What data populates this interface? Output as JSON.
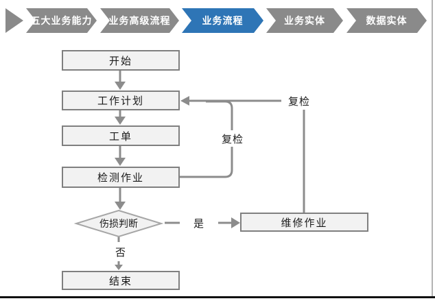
{
  "nav": {
    "items": [
      {
        "label": "五大业务能力",
        "active": false
      },
      {
        "label": "业务高级流程",
        "active": false
      },
      {
        "label": "业务流程",
        "active": true
      },
      {
        "label": "业务实体",
        "active": false
      },
      {
        "label": "数据实体",
        "active": false
      }
    ]
  },
  "flowchart": {
    "nodes": {
      "start": "开始",
      "plan": "工作计划",
      "order": "工单",
      "inspect": "检测作业",
      "decision": "伤损判断",
      "repair": "维修作业",
      "end": "结束"
    },
    "edge_labels": {
      "recheck_inner": "复检",
      "recheck_outer": "复检",
      "yes": "是",
      "no": "否"
    }
  },
  "colors": {
    "nav_gray": "#8a8a8a",
    "nav_active_blue": "#2e75b6",
    "connector_gray": "#8c8c8c",
    "node_fill": "#f2f2f2",
    "node_border": "#7f7f7f",
    "diamond_border": "#a6a6a6"
  }
}
